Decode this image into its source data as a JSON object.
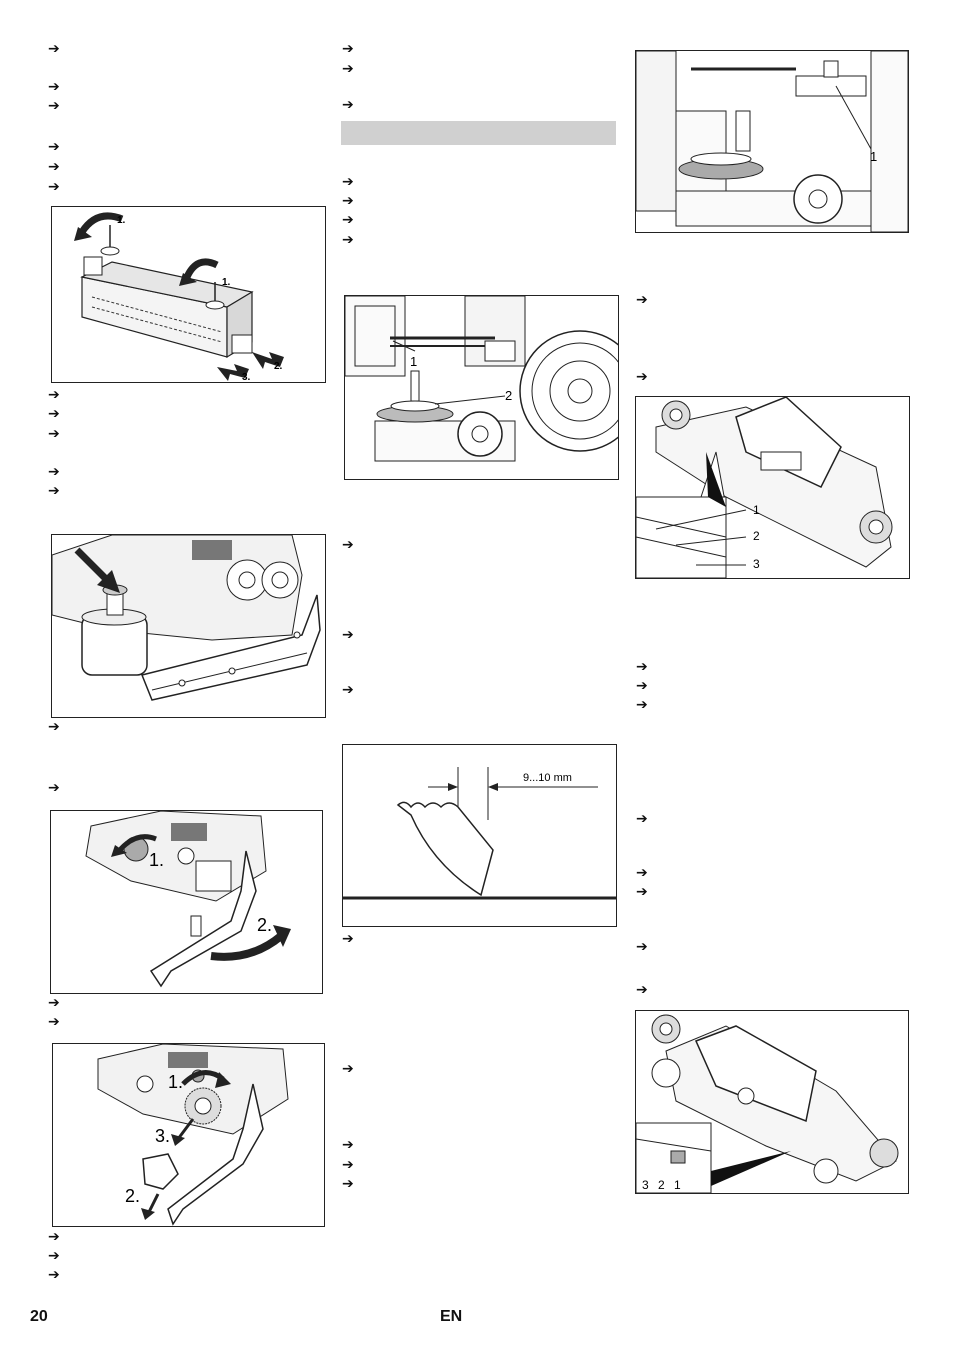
{
  "arrow_glyph": "➔",
  "fig_labels": {
    "step1": "1.",
    "step2": "2.",
    "step3": "3.",
    "callout1": "1",
    "callout2": "2",
    "callout3": "3",
    "dimension": "9...10 mm"
  },
  "footer": {
    "page_number": "20",
    "language": "EN"
  }
}
